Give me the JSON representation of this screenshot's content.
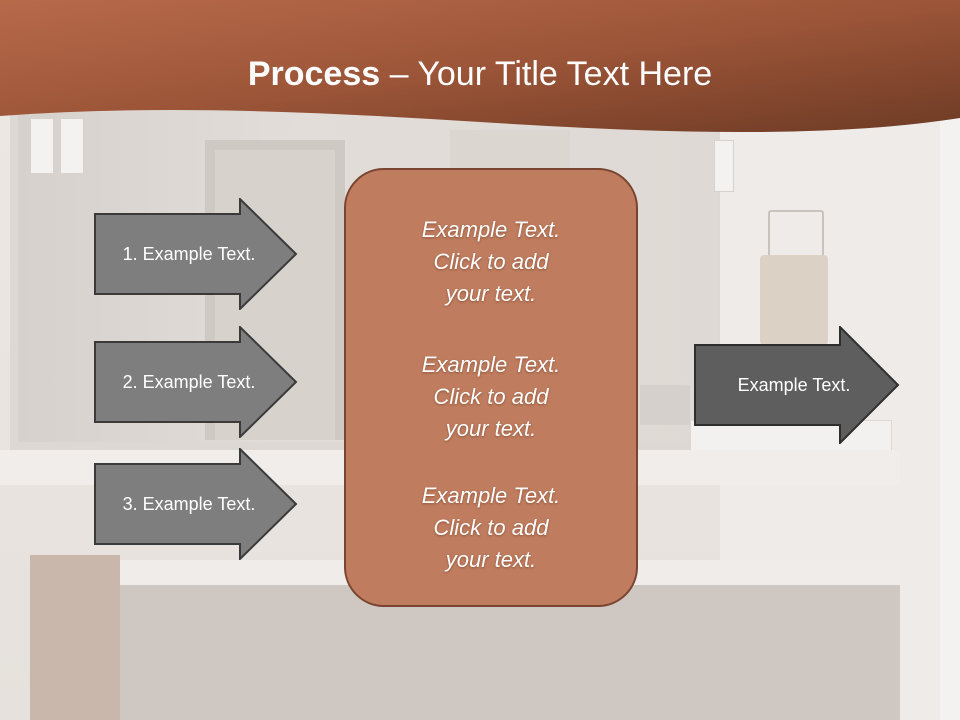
{
  "slide": {
    "title_bold": "Process",
    "title_rest": " – Your Title Text Here"
  },
  "colors": {
    "header_dark": "#6e3b25",
    "header_light": "#b86a4b",
    "box_fill": "#bf7c5e",
    "box_border": "#7a4530",
    "arrow_fill": "#7e7e7e",
    "arrow_out_fill": "#5e5e5e",
    "arrow_border": "#3a3a3a"
  },
  "arrows": [
    {
      "label": "1. Example Text."
    },
    {
      "label": "2. Example Text."
    },
    {
      "label": "3. Example Text."
    }
  ],
  "center_items": [
    {
      "line1": "Example Text.",
      "line2": "Click  to add",
      "line3": "your text."
    },
    {
      "line1": "Example Text.",
      "line2": "Click  to add",
      "line3": "your text."
    },
    {
      "line1": "Example Text.",
      "line2": "Click  to add",
      "line3": "your text."
    }
  ],
  "output_arrow": {
    "label": "Example Text."
  }
}
